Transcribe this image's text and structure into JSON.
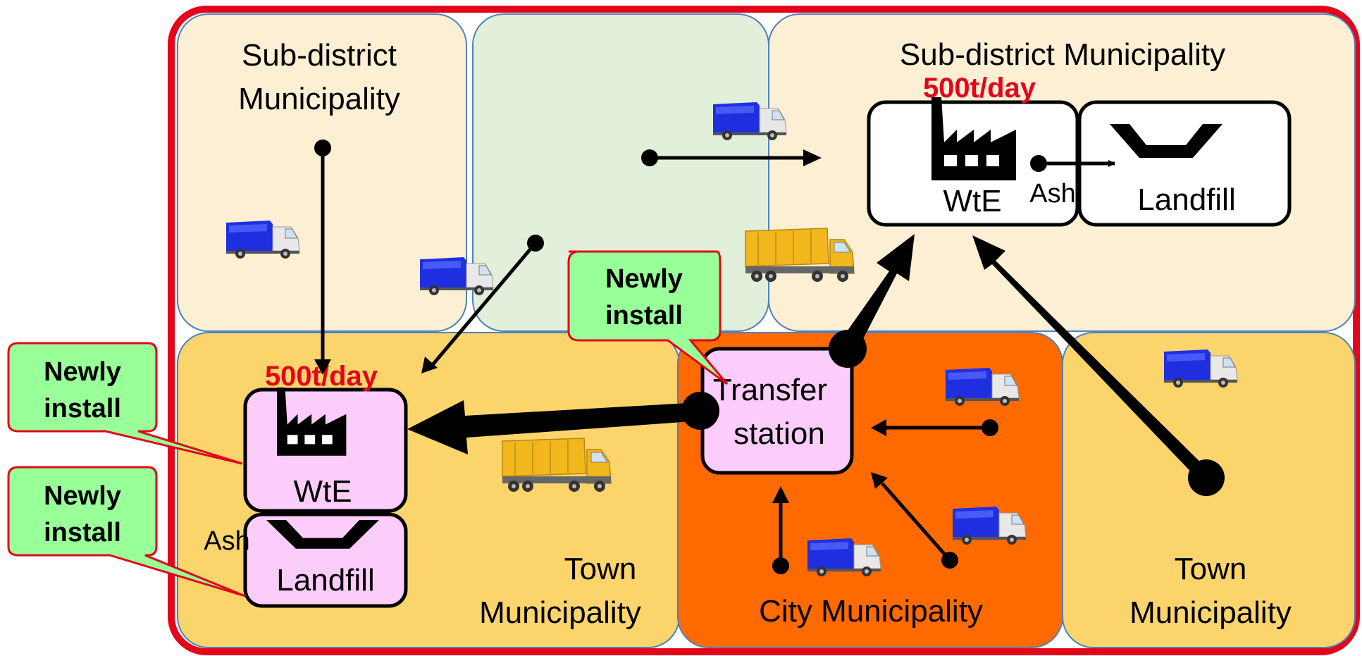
{
  "regions": {
    "sub_district_left": {
      "label_line1": "Sub-district",
      "label_line2": "Municipality",
      "color": "#FCEFD4"
    },
    "neighbor_green": {
      "color": "#E2EFDA"
    },
    "sub_district_right": {
      "label": "Sub-district Municipality",
      "color": "#FCEFD4"
    },
    "town_left": {
      "label_line1": "Town",
      "label_line2": "Municipality",
      "color": "#FBD46C"
    },
    "city": {
      "label": "City Municipality",
      "color": "#FF6A00"
    },
    "town_right": {
      "label_line1": "Town",
      "label_line2": "Municipality",
      "color": "#FBD46C"
    }
  },
  "facilities": {
    "wte_existing": {
      "label": "WtE",
      "capacity": "500t/day",
      "fill": "#FFFFFF"
    },
    "landfill_existing": {
      "label": "Landfill",
      "fill": "#FFFFFF"
    },
    "ash_existing": "Ash",
    "wte_new": {
      "label": "WtE",
      "capacity": "500t/day",
      "fill": "#FCCDFB"
    },
    "landfill_new": {
      "label": "Landfill",
      "fill": "#FCCDFB"
    },
    "ash_new": "Ash",
    "transfer_station": {
      "label_line1": "Transfer",
      "label_line2": "station",
      "fill": "#FCCDFB"
    }
  },
  "callouts": {
    "transfer": {
      "line1": "Newly",
      "line2": "install"
    },
    "wte": {
      "line1": "Newly",
      "line2": "install"
    },
    "landfill": {
      "line1": "Newly",
      "line2": "install"
    },
    "fill": "#99FF99",
    "border": "#E3061B"
  },
  "colors": {
    "outer_border": "#E3061B",
    "capacity_text": "#E3061B",
    "region_border": "#4F81BD",
    "arrow": "#000000"
  },
  "icons": {
    "garbage_truck": "garbage-truck-icon",
    "dump_truck": "dump-truck-icon",
    "factory": "factory-icon",
    "landfill": "landfill-icon"
  }
}
